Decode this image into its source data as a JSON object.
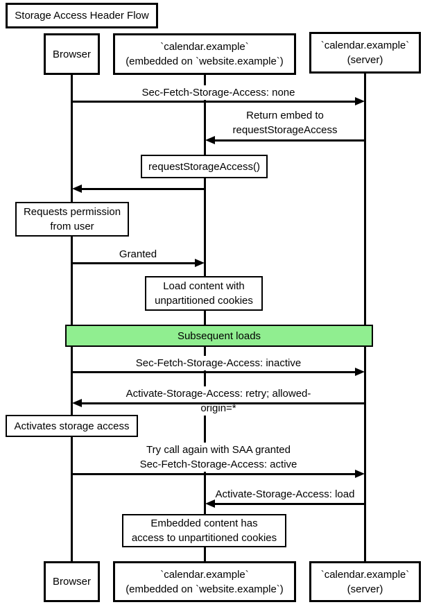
{
  "title": "Storage Access Header Flow",
  "participants": {
    "browser": "Browser",
    "embed": "`calendar.example`\n(embedded on `website.example`)",
    "server": "`calendar.example`\n(server)"
  },
  "messages": [
    {
      "label": "Sec-Fetch-Storage-Access: none",
      "from": "browser",
      "to": "server",
      "direction": "right"
    },
    {
      "label": "Return embed to\nrequestStorageAccess",
      "from": "server",
      "to": "embed",
      "direction": "left"
    },
    {
      "label": "",
      "from": "embed",
      "to": "browser",
      "direction": "left"
    },
    {
      "label": "Granted",
      "from": "browser",
      "to": "embed",
      "direction": "right"
    },
    {
      "label": "Sec-Fetch-Storage-Access: inactive",
      "from": "browser",
      "to": "server",
      "direction": "right"
    },
    {
      "label": "Activate-Storage-Access: retry; allowed-origin=*",
      "from": "server",
      "to": "browser",
      "direction": "left"
    },
    {
      "label": "Try call again with SAA granted\nSec-Fetch-Storage-Access: active",
      "from": "browser",
      "to": "server",
      "direction": "right"
    },
    {
      "label": "Activate-Storage-Access: load",
      "from": "server",
      "to": "embed",
      "direction": "left"
    }
  ],
  "notes": [
    {
      "text": "requestStorageAccess()",
      "over": "embed"
    },
    {
      "text": "Requests permission\nfrom user",
      "over": "browser"
    },
    {
      "text": "Load content with\nunpartitioned cookies",
      "over": "embed"
    },
    {
      "text": "Activates storage access",
      "over": "browser"
    },
    {
      "text": "Embedded content has\naccess to unpartitioned cookies",
      "over": "embed"
    }
  ],
  "band": {
    "label": "Subsequent loads"
  },
  "colors": {
    "band_fill": "#90EE90",
    "line": "#000000",
    "box_fill": "#ffffff",
    "text": "#000000"
  }
}
